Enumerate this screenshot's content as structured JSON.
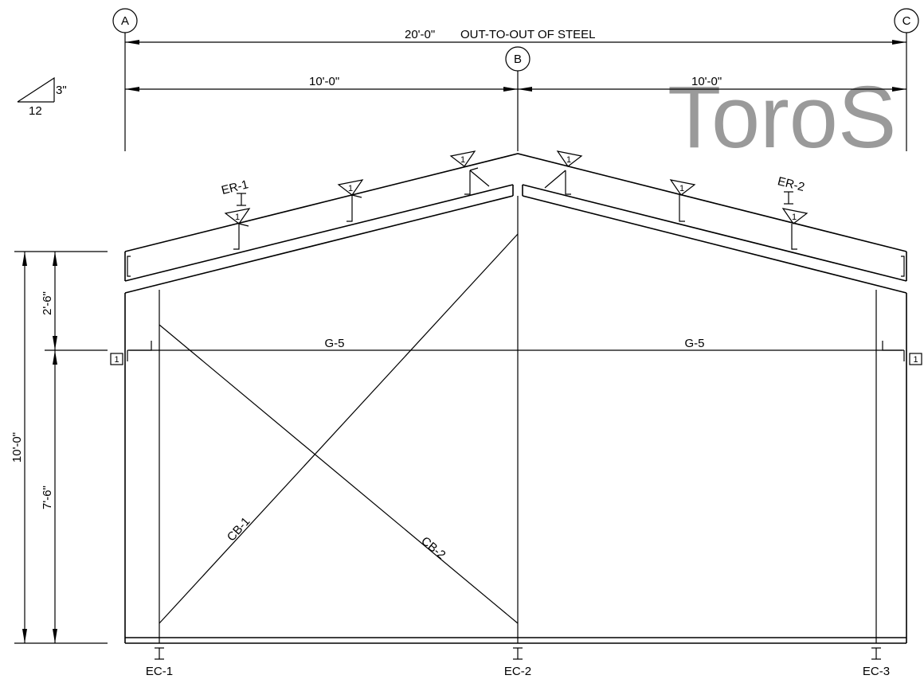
{
  "grid": {
    "a": "A",
    "b": "B",
    "c": "C"
  },
  "dims": {
    "overall": "20'-0\"",
    "overall_note": "OUT-TO-OUT OF STEEL",
    "left_bay": "10'-0\"",
    "right_bay": "10'-0\"",
    "height_total": "10'-0\"",
    "height_top": "2'-6\"",
    "height_bottom": "7'-6\""
  },
  "slope": {
    "rise": "3\"",
    "run": "12"
  },
  "members": {
    "rafter_left": "ER-1",
    "rafter_right": "ER-2",
    "girt_left": "G-5",
    "girt_right": "G-5",
    "brace_1": "CB-1",
    "brace_2": "CB-2",
    "col_1": "EC-1",
    "col_2": "EC-2",
    "col_3": "EC-3"
  },
  "detail_tag": "1",
  "weld_tag": "1",
  "watermark": "ToroS"
}
